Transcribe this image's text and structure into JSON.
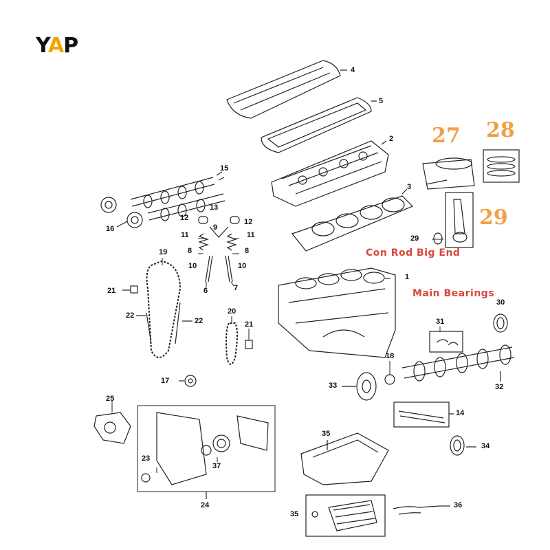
{
  "logo": {
    "y": "Y",
    "a": "A",
    "p": "P"
  },
  "colors": {
    "highlight": "#f0a046",
    "note": "#d9473a",
    "line": "#222222"
  },
  "callouts": {
    "c1": "1",
    "c2": "2",
    "c3": "3",
    "c4": "4",
    "c5": "5",
    "c6": "6",
    "c7": "7",
    "c8a": "8",
    "c8b": "8",
    "c9": "9",
    "c10a": "10",
    "c10b": "10",
    "c11a": "11",
    "c11b": "11",
    "c12a": "12",
    "c12b": "12",
    "c13": "13",
    "c14": "14",
    "c15": "15",
    "c16": "16",
    "c17": "17",
    "c18": "18",
    "c19": "19",
    "c20": "20",
    "c21a": "21",
    "c21b": "21",
    "c22a": "22",
    "c22b": "22",
    "c23": "23",
    "c24": "24",
    "c25": "25",
    "c29": "29",
    "c30": "30",
    "c31": "31",
    "c32": "32",
    "c33": "33",
    "c34": "34",
    "c35a": "35",
    "c35b": "35",
    "c36": "36",
    "c37": "37"
  },
  "highlights": {
    "h27": "27",
    "h28": "28",
    "h29": "29"
  },
  "notes": {
    "con_rod": "Con Rod Big End",
    "main_bearings": "Main Bearings"
  }
}
